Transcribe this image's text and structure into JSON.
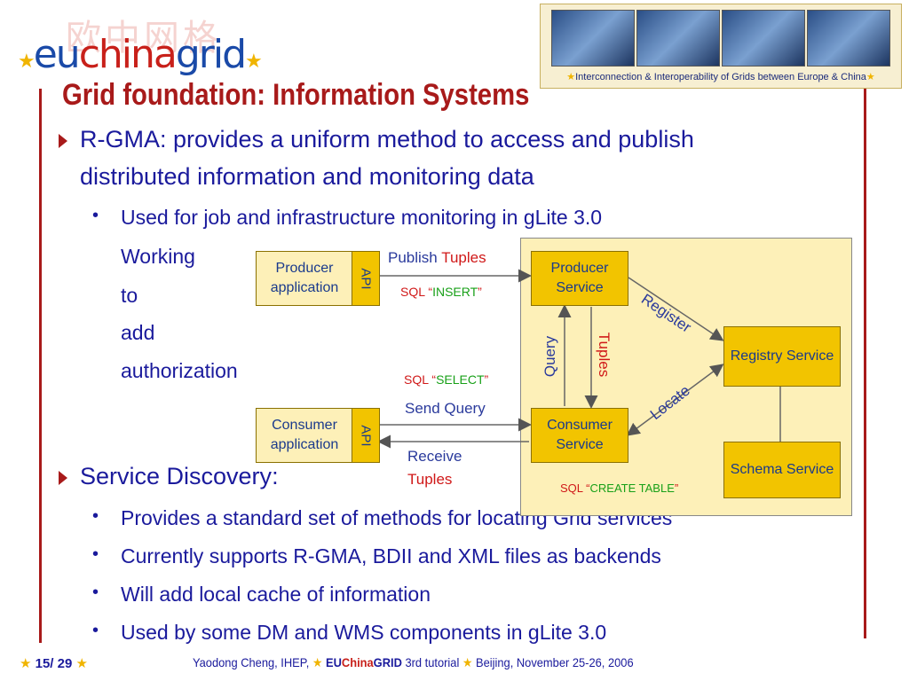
{
  "logo": {
    "eu": "eu",
    "china": "china",
    "grid": "grid",
    "watermark": "欧中网格"
  },
  "banner": {
    "caption": "Interconnection & Interoperability of Grids between Europe & China"
  },
  "title": "Grid foundation: Information Systems",
  "bullets": {
    "rgma_name": "R-GMA",
    "rgma_desc_line1": ": provides a uniform method to access and publish",
    "rgma_desc_line2": "distributed information and monitoring data",
    "rgma_sub1": "Used for job and infrastructure monitoring in gLite 3.0",
    "working_lines": [
      "Working",
      "to",
      "add",
      "authorization"
    ],
    "sd_name": "Service Discovery",
    "sd_colon": ":",
    "sd_subs": [
      "Provides a standard set of methods for locating Grid services",
      "Currently supports R-GMA, BDII and XML files as backends",
      "Will add local cache of information",
      "Used by some DM and WMS components in gLite 3.0"
    ]
  },
  "diagram": {
    "producer_app": "Producer application",
    "consumer_app": "Consumer application",
    "api_label": "API",
    "producer_service": "Producer Service",
    "consumer_service": "Consumer Service",
    "registry_service": "Registry Service",
    "schema_service": "Schema Service",
    "publish_word": "Publish",
    "tuples_word": "Tuples",
    "sql_word": "SQL",
    "insert_word": "INSERT",
    "select_word": "SELECT",
    "send_query": "Send Query",
    "receive_word": "Receive",
    "query_label": "Query",
    "register_label": "Register",
    "locate_label": "Locate",
    "create_table_word": "CREATE TABLE",
    "open_quote": "“",
    "close_quote": "”"
  },
  "footer": {
    "page": "15/ 29",
    "author": "Yaodong Cheng, IHEP,",
    "eu": "EU",
    "china": "China",
    "grid": "GRID",
    "tutorial": "3rd tutorial",
    "place_date": "Beijing, November 25-26, 2006"
  },
  "colors": {
    "title_red": "#a81a1a",
    "text_blue": "#1a1a9c",
    "box_yellow": "#f2c400",
    "sql_red": "#d01818",
    "sql_green": "#18a018"
  }
}
